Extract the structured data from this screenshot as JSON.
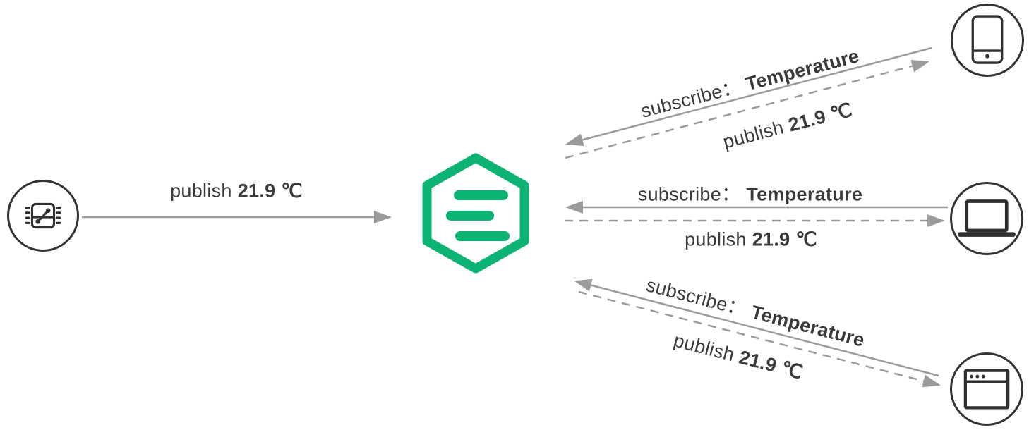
{
  "colors": {
    "broker_green": "#0db373",
    "arrow_gray": "#9b9b9b",
    "label_text": "#3a3a3a",
    "icon_stroke": "#2f2f2f"
  },
  "publisher": {
    "icon": "sensor-chip-icon",
    "flow": {
      "action": "publish",
      "value": "21.9 ℃"
    }
  },
  "broker": {
    "icon": "emqx-hexagon-logo"
  },
  "subscribers": [
    {
      "icon": "smartphone-icon",
      "subscribe": {
        "action": "subscribe：",
        "topic": "Temperature"
      },
      "publish": {
        "action": "publish",
        "value": "21.9 ℃"
      }
    },
    {
      "icon": "laptop-icon",
      "subscribe": {
        "action": "subscribe：",
        "topic": "Temperature"
      },
      "publish": {
        "action": "publish",
        "value": "21.9 ℃"
      }
    },
    {
      "icon": "browser-window-icon",
      "subscribe": {
        "action": "subscribe：",
        "topic": "Temperature"
      },
      "publish": {
        "action": "publish",
        "value": "21.9 ℃"
      }
    }
  ]
}
